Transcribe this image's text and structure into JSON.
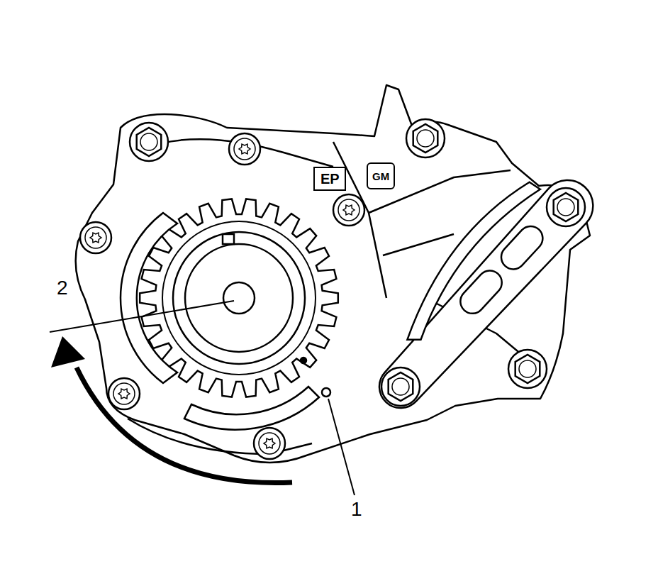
{
  "diagram": {
    "labels": [
      "2",
      "1",
      "EP",
      "GM"
    ]
  }
}
